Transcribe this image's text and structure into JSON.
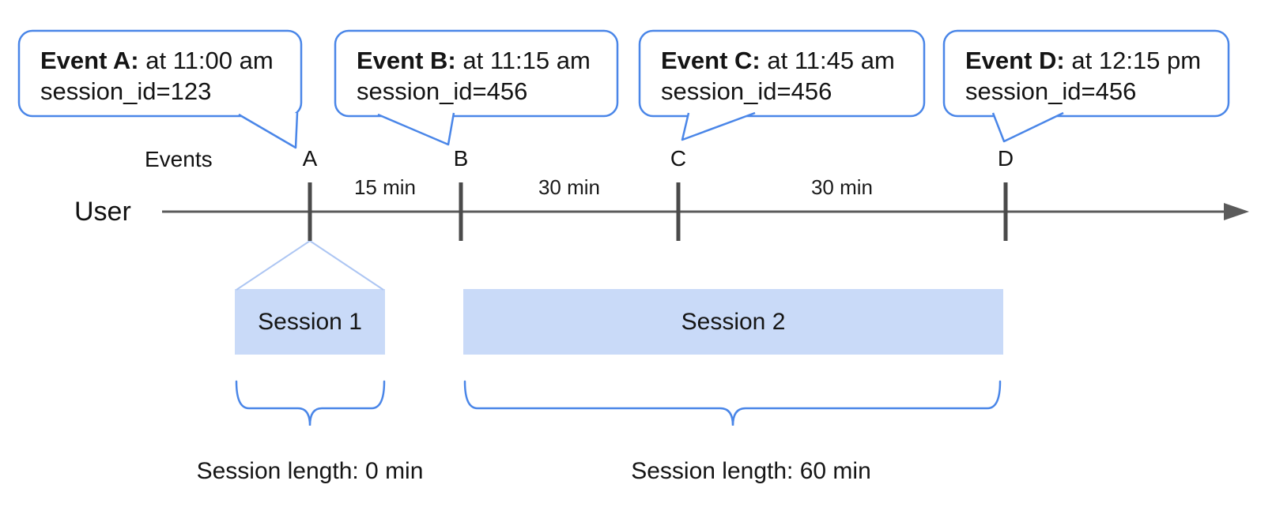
{
  "axis": {
    "events_label": "Events",
    "user_label": "User"
  },
  "events": [
    {
      "letter": "A",
      "callout_title": "Event A:",
      "callout_time": "at 11:00 am",
      "callout_session": "session_id=123"
    },
    {
      "letter": "B",
      "callout_title": "Event B:",
      "callout_time": "at 11:15 am",
      "callout_session": "session_id=456"
    },
    {
      "letter": "C",
      "callout_title": "Event C:",
      "callout_time": "at 11:45 am",
      "callout_session": "session_id=456"
    },
    {
      "letter": "D",
      "callout_title": "Event D:",
      "callout_time": "at 12:15 pm",
      "callout_session": "session_id=456"
    }
  ],
  "intervals": [
    {
      "label": "15 min"
    },
    {
      "label": "30 min"
    },
    {
      "label": "30 min"
    }
  ],
  "sessions": [
    {
      "label": "Session 1",
      "length_label": "Session length: 0 min"
    },
    {
      "label": "Session 2",
      "length_label": "Session length: 60 min"
    }
  ],
  "colors": {
    "callout_border": "#4a86e8",
    "brace": "#4a86e8",
    "session_fill": "#c9daf8",
    "fan_line": "#adc6f3",
    "timeline": "#5b5b5b",
    "tick": "#4a4a4a",
    "text": "#111111"
  }
}
